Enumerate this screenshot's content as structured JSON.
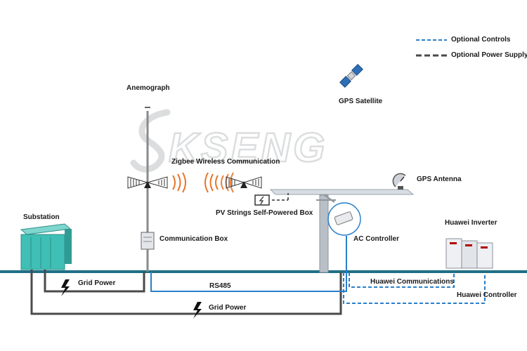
{
  "brand": {
    "logo_text": "KSENG"
  },
  "legend": {
    "optional_controls": "Optional Controls",
    "optional_power_supply": "Optional Power Supply"
  },
  "labels": {
    "anemograph": "Anemograph",
    "gps_satellite": "GPS Satellite",
    "zigbee": "Zigbee Wireless Communication",
    "gps_antenna": "GPS Antenna",
    "pv_box": "PV Strings Self-Powered Box",
    "substation": "Substation",
    "communication_box": "Communication Box",
    "ac_controller": "AC Controller",
    "huawei_inverter": "Huawei Inverter",
    "grid_power_1": "Grid Power",
    "rs485": "RS485",
    "huawei_communications": "Huawei Communications",
    "huawei_controller": "Huawei Controller",
    "grid_power_2": "Grid Power"
  },
  "colors": {
    "control_line": "#2a7fc9",
    "power_line": "#4a4a4a",
    "ground": "#1f6f86",
    "signal_orange": "#e8742a",
    "substation": "#3fbfb5"
  }
}
